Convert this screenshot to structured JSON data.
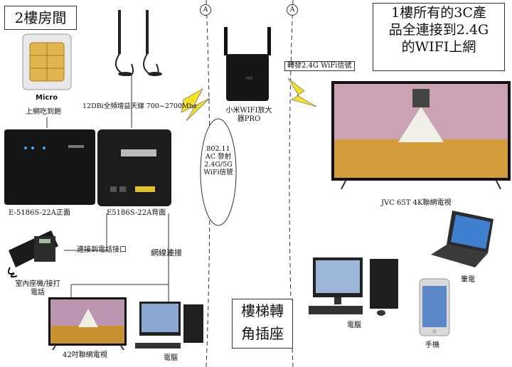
{
  "titles": {
    "room": "2樓房間",
    "first_floor": [
      "1樓所有的3C產",
      "品全連接到2.4G",
      "的WIFI上網"
    ],
    "corner": [
      "樓梯轉",
      "角插座"
    ]
  },
  "labels": {
    "sim_card": "Micro",
    "sim_plan": "上網吃到飽",
    "antenna": "12DBi全頻增益天線 700~2700Mhz",
    "repeater": [
      "小米WIFI放大",
      "器PRO"
    ],
    "relay_signal": "轉發2.4G WiFi信號",
    "router_signal": [
      "802.11",
      "AC 發射",
      "2.4G/5G",
      "WiFi信號"
    ],
    "router_front": "E-5186S-22A正面",
    "router_back": "E5186S-22A背面",
    "phone_port": "連接到電話接口",
    "desk_phone": [
      "室內座機/接打",
      "電話"
    ],
    "lan_cable": "網線連接",
    "tv_2f": "42吋聯網電視",
    "pc_2f": "電腦",
    "tv_1f": "JVC 65T 4K聯網電視",
    "laptop": "筆電",
    "pc_1f": "電腦",
    "phone_mobile": "手機",
    "marker": "A"
  }
}
